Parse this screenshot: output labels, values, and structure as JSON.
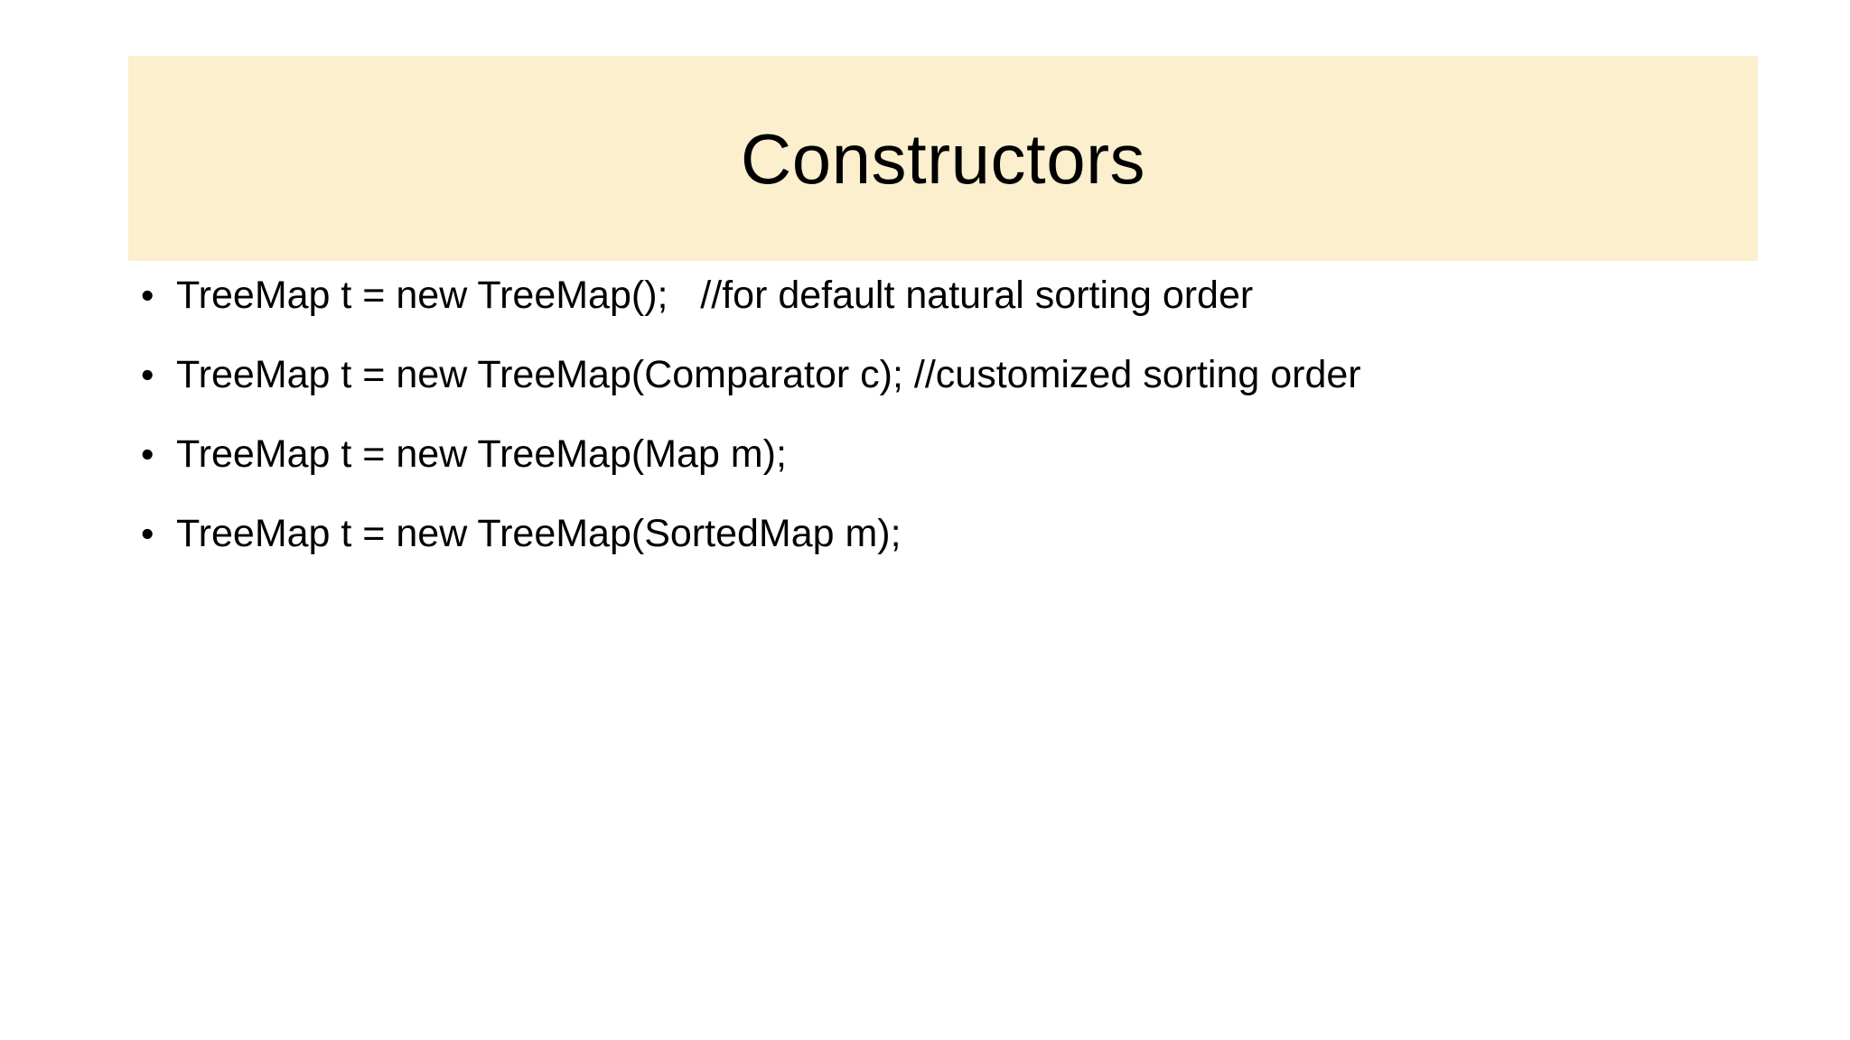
{
  "slide": {
    "background_color": "#ffffff",
    "title": {
      "text": "Constructors",
      "banner_color": "#fcefcd",
      "text_color": "#000000"
    },
    "bullets": {
      "marker_glyph": "•",
      "items": [
        {
          "text": "TreeMap t = new TreeMap();   //for default natural sorting order"
        },
        {
          "text": "TreeMap t = new TreeMap(Comparator c); //customized sorting order"
        },
        {
          "text": "TreeMap t = new TreeMap(Map m);"
        },
        {
          "text": "TreeMap t = new TreeMap(SortedMap m);"
        }
      ]
    }
  }
}
